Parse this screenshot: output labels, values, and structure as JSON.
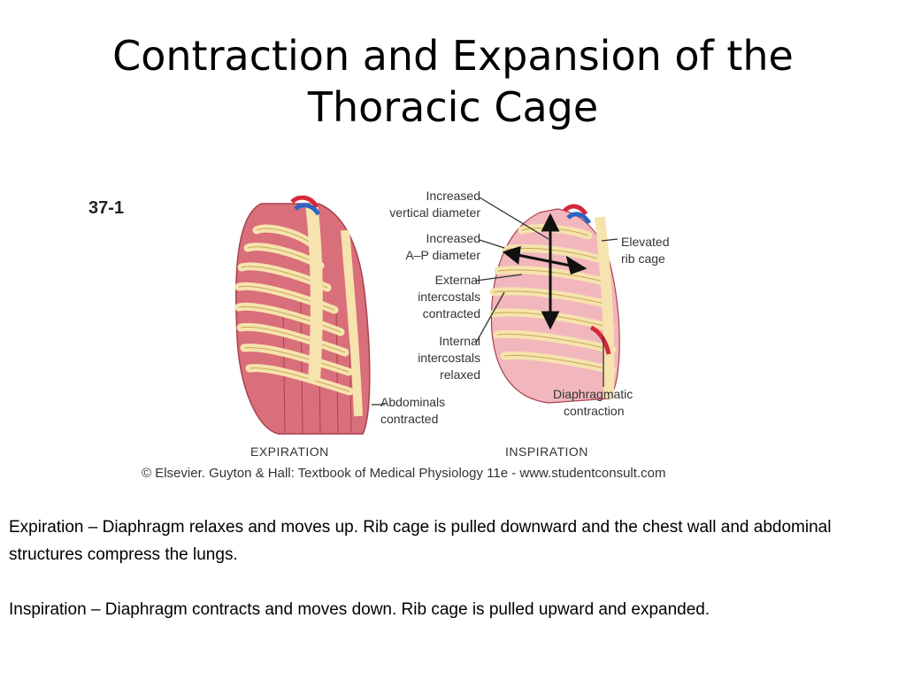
{
  "slide": {
    "title": "Contraction and Expansion of the Thoracic Cage",
    "figure": {
      "number": "37-1",
      "labels": {
        "increased_vertical_line1": "Increased",
        "increased_vertical_line2": "vertical diameter",
        "increased_ap_line1": "Increased",
        "increased_ap_line2": "A–P diameter",
        "external_line1": "External",
        "external_line2": "intercostals",
        "external_line3": "contracted",
        "internal_line1": "Internal",
        "internal_line2": "intercostals",
        "internal_line3": "relaxed",
        "abdominals_line1": "Abdominals",
        "abdominals_line2": "contracted",
        "elevated_line1": "Elevated",
        "elevated_line2": "rib cage",
        "diaphragmatic_line1": "Diaphragmatic",
        "diaphragmatic_line2": "contraction"
      },
      "caption_expiration": "EXPIRATION",
      "caption_inspiration": "INSPIRATION",
      "credit": "© Elsevier. Guyton & Hall: Textbook of Medical Physiology 11e - www.studentconsult.com"
    },
    "body": {
      "expiration": "Expiration – Diaphragm relaxes and moves up.  Rib cage is pulled downward and the chest wall and abdominal structures compress the lungs.",
      "inspiration": "Inspiration – Diaphragm contracts and moves down.  Rib cage is pulled upward and expanded."
    },
    "colors": {
      "rib": "#f6e3ae",
      "rib_outline": "#c9a857",
      "muscle": "#d96f7a",
      "muscle_dark": "#a8414f",
      "muscle_light": "#f1b7bd",
      "vessel_red": "#d6273a",
      "vessel_blue": "#2b64c4"
    }
  }
}
